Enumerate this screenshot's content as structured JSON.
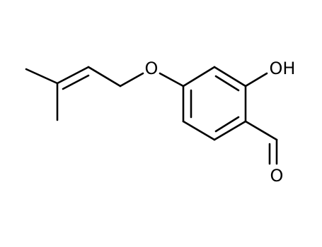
{
  "molecule": {
    "atom_labels": {
      "ether_oxygen": "O",
      "hydroxyl": "OH",
      "carbonyl_oxygen": "O"
    },
    "colors": {
      "bond": "#000000",
      "label": "#000000",
      "background": "#ffffff"
    }
  }
}
